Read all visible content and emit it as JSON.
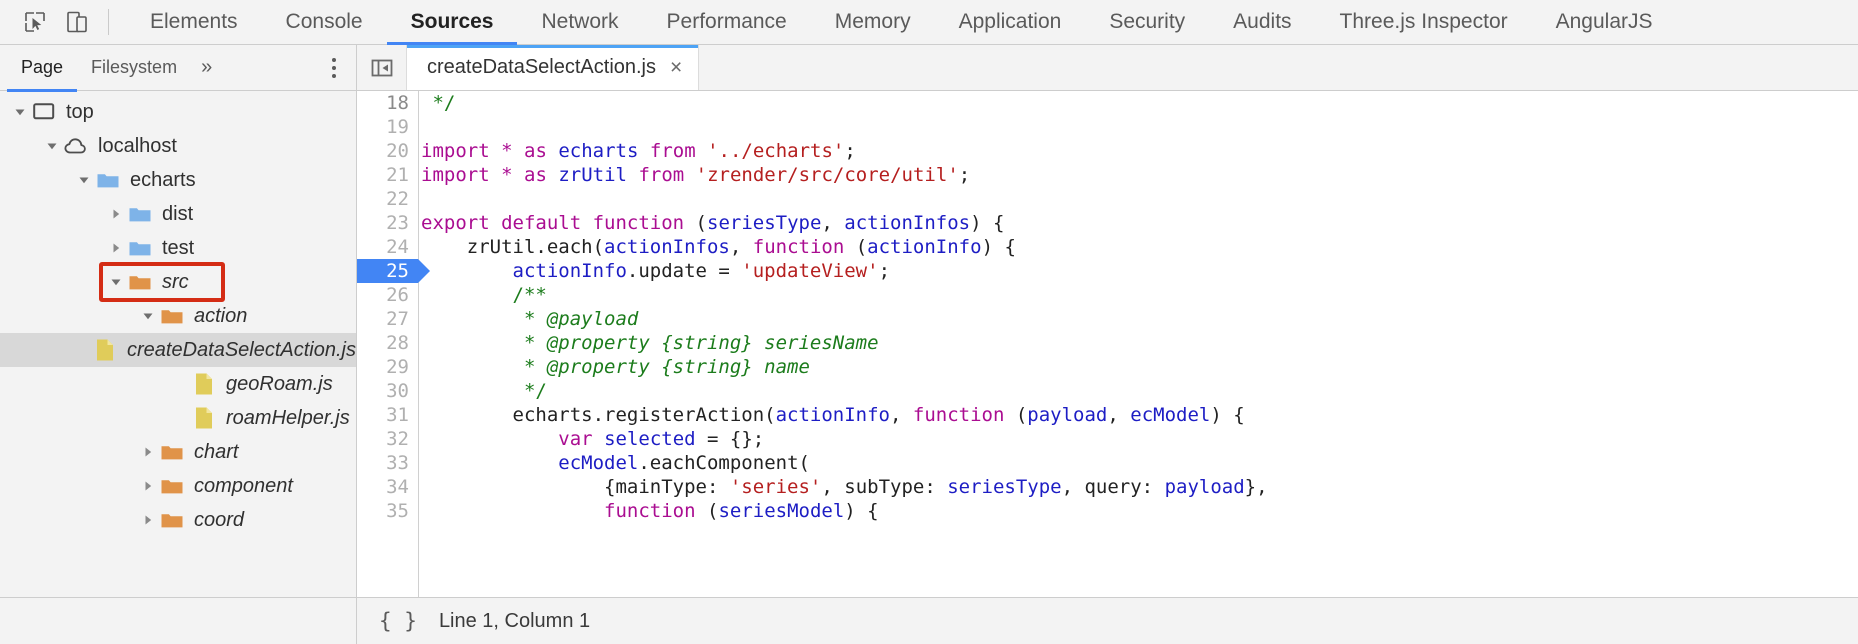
{
  "toolbar": {
    "inspect_icon": "inspect-cursor-icon",
    "device_icon": "device-toolbar-icon",
    "tabs": [
      {
        "label": "Elements",
        "active": false
      },
      {
        "label": "Console",
        "active": false
      },
      {
        "label": "Sources",
        "active": true
      },
      {
        "label": "Network",
        "active": false
      },
      {
        "label": "Performance",
        "active": false
      },
      {
        "label": "Memory",
        "active": false
      },
      {
        "label": "Application",
        "active": false
      },
      {
        "label": "Security",
        "active": false
      },
      {
        "label": "Audits",
        "active": false
      },
      {
        "label": "Three.js Inspector",
        "active": false
      },
      {
        "label": "AngularJS",
        "active": false
      }
    ]
  },
  "navigator": {
    "tabs": [
      {
        "label": "Page",
        "active": true
      },
      {
        "label": "Filesystem",
        "active": false
      }
    ],
    "more_label": "»",
    "kebab_icon": "more-options-icon",
    "tree": [
      {
        "label": "top",
        "depth": 0,
        "icon": "frame-icon",
        "arrow": "down",
        "italic": false,
        "selected": false,
        "annotated": false
      },
      {
        "label": "localhost",
        "depth": 1,
        "icon": "cloud-icon",
        "arrow": "down",
        "italic": false,
        "selected": false,
        "annotated": false
      },
      {
        "label": "echarts",
        "depth": 2,
        "icon": "folder-blue",
        "arrow": "down",
        "italic": false,
        "selected": false,
        "annotated": false
      },
      {
        "label": "dist",
        "depth": 3,
        "icon": "folder-blue",
        "arrow": "right",
        "italic": false,
        "selected": false,
        "annotated": false
      },
      {
        "label": "test",
        "depth": 3,
        "icon": "folder-blue",
        "arrow": "right",
        "italic": false,
        "selected": false,
        "annotated": false
      },
      {
        "label": "src",
        "depth": 3,
        "icon": "folder-orange",
        "arrow": "down",
        "italic": true,
        "selected": false,
        "annotated": true
      },
      {
        "label": "action",
        "depth": 4,
        "icon": "folder-orange",
        "arrow": "down",
        "italic": true,
        "selected": false,
        "annotated": false
      },
      {
        "label": "createDataSelectAction.js",
        "depth": 5,
        "icon": "file-js",
        "arrow": "none",
        "italic": true,
        "selected": true,
        "annotated": false
      },
      {
        "label": "geoRoam.js",
        "depth": 5,
        "icon": "file-js",
        "arrow": "none",
        "italic": true,
        "selected": false,
        "annotated": false
      },
      {
        "label": "roamHelper.js",
        "depth": 5,
        "icon": "file-js",
        "arrow": "none",
        "italic": true,
        "selected": false,
        "annotated": false
      },
      {
        "label": "chart",
        "depth": 4,
        "icon": "folder-orange",
        "arrow": "right",
        "italic": true,
        "selected": false,
        "annotated": false
      },
      {
        "label": "component",
        "depth": 4,
        "icon": "folder-orange",
        "arrow": "right",
        "italic": true,
        "selected": false,
        "annotated": false
      },
      {
        "label": "coord",
        "depth": 4,
        "icon": "folder-orange",
        "arrow": "right",
        "italic": true,
        "selected": false,
        "annotated": false
      }
    ]
  },
  "editor": {
    "sidebar_toggle_icon": "panel-collapse-icon",
    "open_file": {
      "name": "createDataSelectAction.js",
      "close_label": "×"
    },
    "first_visible_line": 18,
    "breakpoint_line": 25,
    "lines": [
      {
        "n": 18,
        "tokens": [
          {
            "t": "cmt",
            "v": " */"
          }
        ]
      },
      {
        "n": 19,
        "tokens": []
      },
      {
        "n": 20,
        "tokens": [
          {
            "t": "kw",
            "v": "import"
          },
          {
            "t": "def",
            "v": " "
          },
          {
            "t": "kw",
            "v": "*"
          },
          {
            "t": "def",
            "v": " "
          },
          {
            "t": "kw",
            "v": "as"
          },
          {
            "t": "def",
            "v": " "
          },
          {
            "t": "id",
            "v": "echarts"
          },
          {
            "t": "def",
            "v": " "
          },
          {
            "t": "kw",
            "v": "from"
          },
          {
            "t": "def",
            "v": " "
          },
          {
            "t": "str",
            "v": "'../echarts'"
          },
          {
            "t": "def",
            "v": ";"
          }
        ]
      },
      {
        "n": 21,
        "tokens": [
          {
            "t": "kw",
            "v": "import"
          },
          {
            "t": "def",
            "v": " "
          },
          {
            "t": "kw",
            "v": "*"
          },
          {
            "t": "def",
            "v": " "
          },
          {
            "t": "kw",
            "v": "as"
          },
          {
            "t": "def",
            "v": " "
          },
          {
            "t": "id",
            "v": "zrUtil"
          },
          {
            "t": "def",
            "v": " "
          },
          {
            "t": "kw",
            "v": "from"
          },
          {
            "t": "def",
            "v": " "
          },
          {
            "t": "str",
            "v": "'zrender/src/core/util'"
          },
          {
            "t": "def",
            "v": ";"
          }
        ]
      },
      {
        "n": 22,
        "tokens": []
      },
      {
        "n": 23,
        "tokens": [
          {
            "t": "kw",
            "v": "export default function"
          },
          {
            "t": "def",
            "v": " ("
          },
          {
            "t": "id",
            "v": "seriesType"
          },
          {
            "t": "def",
            "v": ", "
          },
          {
            "t": "id",
            "v": "actionInfos"
          },
          {
            "t": "def",
            "v": ") {"
          }
        ]
      },
      {
        "n": 24,
        "tokens": [
          {
            "t": "def",
            "v": "    zrUtil.each("
          },
          {
            "t": "id",
            "v": "actionInfos"
          },
          {
            "t": "def",
            "v": ", "
          },
          {
            "t": "kw",
            "v": "function"
          },
          {
            "t": "def",
            "v": " ("
          },
          {
            "t": "id",
            "v": "actionInfo"
          },
          {
            "t": "def",
            "v": ") {"
          }
        ]
      },
      {
        "n": 25,
        "tokens": [
          {
            "t": "def",
            "v": "        "
          },
          {
            "t": "id",
            "v": "actionInfo"
          },
          {
            "t": "def",
            "v": ".update = "
          },
          {
            "t": "str",
            "v": "'updateView'"
          },
          {
            "t": "def",
            "v": ";"
          }
        ]
      },
      {
        "n": 26,
        "tokens": [
          {
            "t": "def",
            "v": "        "
          },
          {
            "t": "cmt",
            "v": "/**"
          }
        ]
      },
      {
        "n": 27,
        "tokens": [
          {
            "t": "def",
            "v": "         "
          },
          {
            "t": "cmti",
            "v": "* @payload"
          }
        ]
      },
      {
        "n": 28,
        "tokens": [
          {
            "t": "def",
            "v": "         "
          },
          {
            "t": "cmti",
            "v": "* @property {string} seriesName"
          }
        ]
      },
      {
        "n": 29,
        "tokens": [
          {
            "t": "def",
            "v": "         "
          },
          {
            "t": "cmti",
            "v": "* @property {string} name"
          }
        ]
      },
      {
        "n": 30,
        "tokens": [
          {
            "t": "def",
            "v": "         "
          },
          {
            "t": "cmt",
            "v": "*/"
          }
        ]
      },
      {
        "n": 31,
        "tokens": [
          {
            "t": "def",
            "v": "        echarts.registerAction("
          },
          {
            "t": "id",
            "v": "actionInfo"
          },
          {
            "t": "def",
            "v": ", "
          },
          {
            "t": "kw",
            "v": "function"
          },
          {
            "t": "def",
            "v": " ("
          },
          {
            "t": "id",
            "v": "payload"
          },
          {
            "t": "def",
            "v": ", "
          },
          {
            "t": "id",
            "v": "ecModel"
          },
          {
            "t": "def",
            "v": ") {"
          }
        ]
      },
      {
        "n": 32,
        "tokens": [
          {
            "t": "def",
            "v": "            "
          },
          {
            "t": "kw",
            "v": "var"
          },
          {
            "t": "def",
            "v": " "
          },
          {
            "t": "id",
            "v": "selected"
          },
          {
            "t": "def",
            "v": " = {};"
          }
        ]
      },
      {
        "n": 33,
        "tokens": [
          {
            "t": "def",
            "v": "            "
          },
          {
            "t": "id",
            "v": "ecModel"
          },
          {
            "t": "def",
            "v": ".eachComponent("
          }
        ]
      },
      {
        "n": 34,
        "tokens": [
          {
            "t": "def",
            "v": "                {mainType: "
          },
          {
            "t": "str",
            "v": "'series'"
          },
          {
            "t": "def",
            "v": ", subType: "
          },
          {
            "t": "id",
            "v": "seriesType"
          },
          {
            "t": "def",
            "v": ", query: "
          },
          {
            "t": "id",
            "v": "payload"
          },
          {
            "t": "def",
            "v": "},"
          }
        ]
      },
      {
        "n": 35,
        "tokens": [
          {
            "t": "def",
            "v": "                "
          },
          {
            "t": "kw",
            "v": "function"
          },
          {
            "t": "def",
            "v": " ("
          },
          {
            "t": "id",
            "v": "seriesModel"
          },
          {
            "t": "def",
            "v": ") {"
          }
        ]
      }
    ]
  },
  "status": {
    "pretty_print_label": "{ }",
    "position_text": "Line 1, Column 1"
  },
  "colors": {
    "accent_blue": "#4285f4",
    "annotation_red": "#d42c14",
    "folder_blue": "#7eb3e8",
    "folder_orange": "#e09349",
    "file_yellow": "#e0cc5a"
  }
}
